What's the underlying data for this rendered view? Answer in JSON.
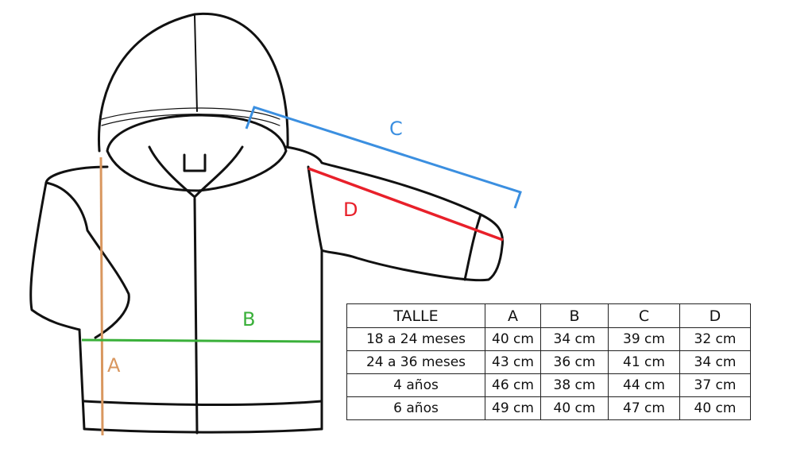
{
  "labels": {
    "a": "A",
    "b": "B",
    "c": "C",
    "d": "D"
  },
  "colors": {
    "a": "#d9975f",
    "b": "#3ab03a",
    "c": "#3b8fe0",
    "d": "#e8202a"
  },
  "table": {
    "headers": [
      "TALLE",
      "A",
      "B",
      "C",
      "D"
    ],
    "rows": [
      [
        "18 a 24 meses",
        "40 cm",
        "34 cm",
        "39 cm",
        "32 cm"
      ],
      [
        "24 a 36 meses",
        "43 cm",
        "36 cm",
        "41 cm",
        "34 cm"
      ],
      [
        "4 años",
        "46 cm",
        "38 cm",
        "44 cm",
        "37 cm"
      ],
      [
        "6 años",
        "49 cm",
        "40 cm",
        "47 cm",
        "40 cm"
      ]
    ]
  }
}
